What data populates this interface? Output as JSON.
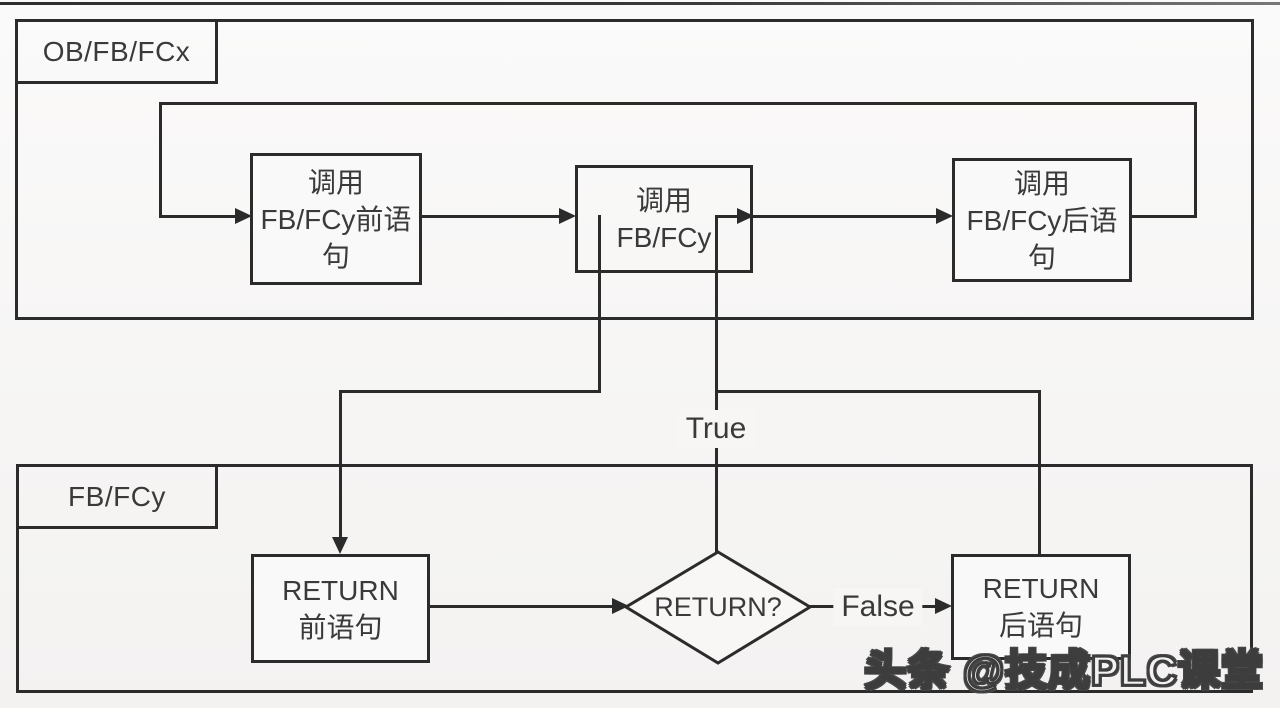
{
  "diagram": {
    "caller_container": {
      "tab_label": "OB/FB/FCx"
    },
    "callee_container": {
      "tab_label": "FB/FCy"
    },
    "boxes": {
      "call_pre": {
        "lines": [
          "调用",
          "FB/FCy前语",
          "句"
        ]
      },
      "call": {
        "lines": [
          "调用",
          "FB/FCy"
        ]
      },
      "call_post": {
        "lines": [
          "调用",
          "FB/FCy后语",
          "句"
        ]
      },
      "return_pre": {
        "lines": [
          "RETURN",
          "前语句"
        ]
      },
      "return_post": {
        "lines": [
          "RETURN",
          "后语句"
        ]
      }
    },
    "decision": {
      "label": "RETURN?"
    },
    "edge_labels": {
      "true_label": "True",
      "false_label": "False"
    },
    "colors": {
      "line": "#2b2b2b",
      "text": "#3a3a3a",
      "background": "#f7f6f5"
    }
  },
  "watermark": {
    "text": "头条 @技成PLC课堂"
  }
}
